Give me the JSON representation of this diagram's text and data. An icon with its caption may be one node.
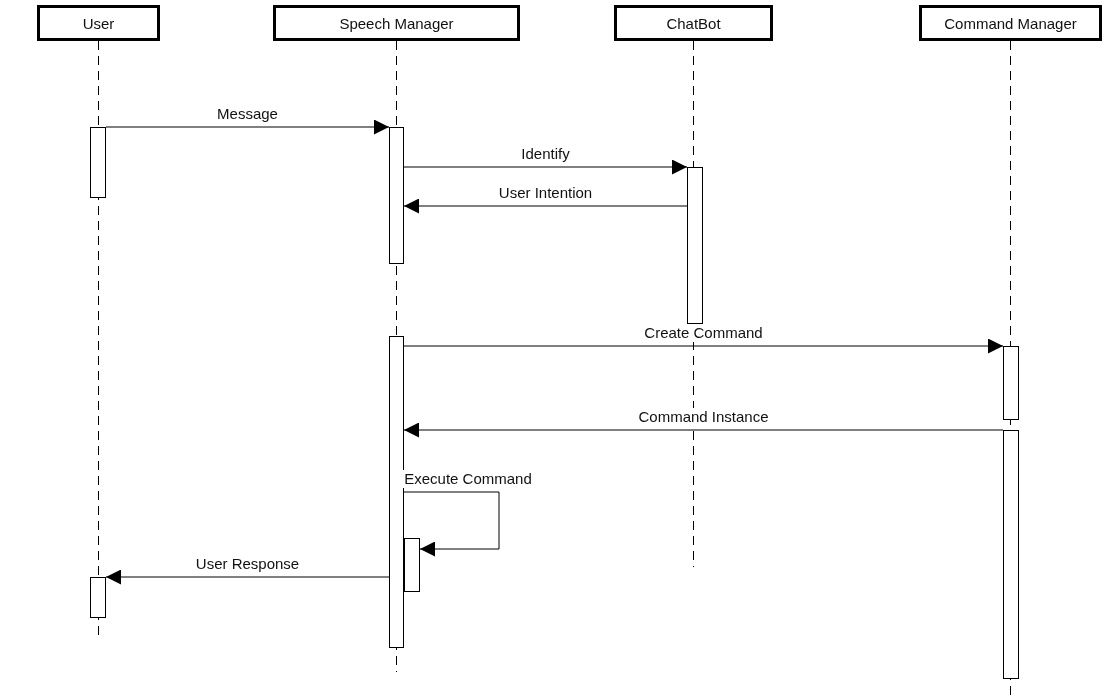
{
  "diagram": {
    "nodes": [
      {
        "text": [
          "User"
        ]
      },
      {
        "text": [
          "Speech Manager"
        ]
      },
      {
        "text": [
          "ChatBot"
        ]
      },
      {
        "text": [
          "Command Manager"
        ]
      },
      {
        "text": [],
        "shape": "bar"
      },
      {
        "text": [],
        "shape": "bar"
      },
      {
        "text": [],
        "shape": "bar"
      },
      {
        "text": [],
        "shape": "bar"
      },
      {
        "text": [],
        "shape": "bar"
      },
      {
        "text": [],
        "shape": "bar"
      },
      {
        "text": [],
        "shape": "bar"
      },
      {
        "text": [],
        "shape": "bar"
      }
    ],
    "edges": [
      {
        "from": 4,
        "to": 5,
        "arrow": "to",
        "label": "Message"
      },
      {
        "from": 5,
        "to": 6,
        "arrow": "to",
        "label": "Identify"
      },
      {
        "from": 6,
        "to": 5,
        "arrow": "to",
        "label": "User Intention"
      },
      {
        "from": 7,
        "to": 8,
        "arrow": "to",
        "label": "Create Command"
      },
      {
        "from": 9,
        "to": 7,
        "arrow": "to",
        "label": "Command Instance"
      },
      {
        "from": 7,
        "to": 10,
        "arrow": "to",
        "label": "Execute Command"
      },
      {
        "from": 7,
        "to": 11,
        "arrow": "to",
        "label": "User Response"
      }
    ]
  }
}
